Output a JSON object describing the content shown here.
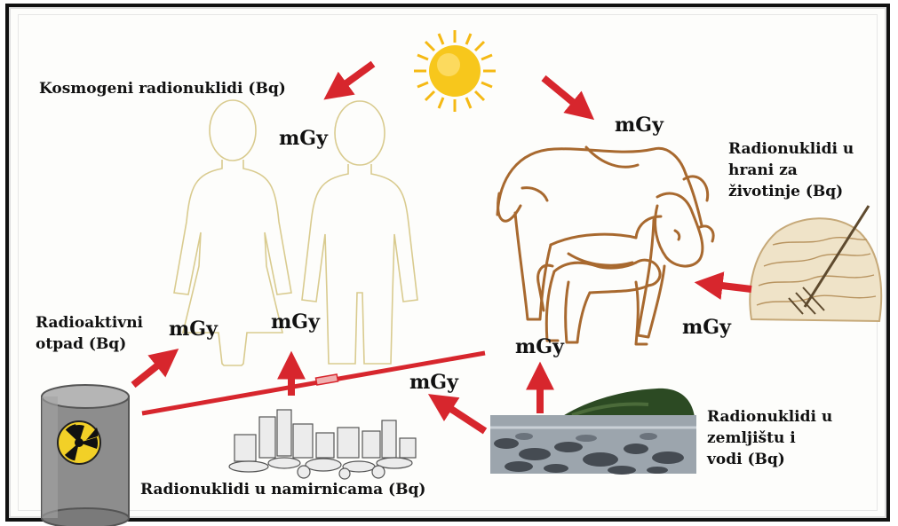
{
  "labels": {
    "cosmogenic": "Kosmogeni radionuklidi (Bq)",
    "animal_feed": [
      "Radionuklidi u",
      "hrani za",
      "životinje (Bq)"
    ],
    "waste": [
      "Radioaktivni",
      "otpad (Bq)"
    ],
    "soil_water": [
      "Radionuklidi u",
      "zemljištu i",
      "vodi (Bq)"
    ],
    "foodstuffs": "Radionuklidi u namirnicama (Bq)"
  },
  "dose_unit": "mGy",
  "colors": {
    "arrow": "#d7262d",
    "sun": "#f7c71c",
    "human_outline": "#d9cb8f",
    "cow_outline": "#a8692f",
    "hay": "#c6a979",
    "barrel": "#8d8d8d",
    "radiation_symbol": "#f2d027"
  },
  "icons": [
    "sun-icon",
    "humans-icon",
    "cow-icon",
    "hay-icon",
    "barrel-icon",
    "radiation-icon",
    "groceries-icon",
    "landscape-icon"
  ]
}
